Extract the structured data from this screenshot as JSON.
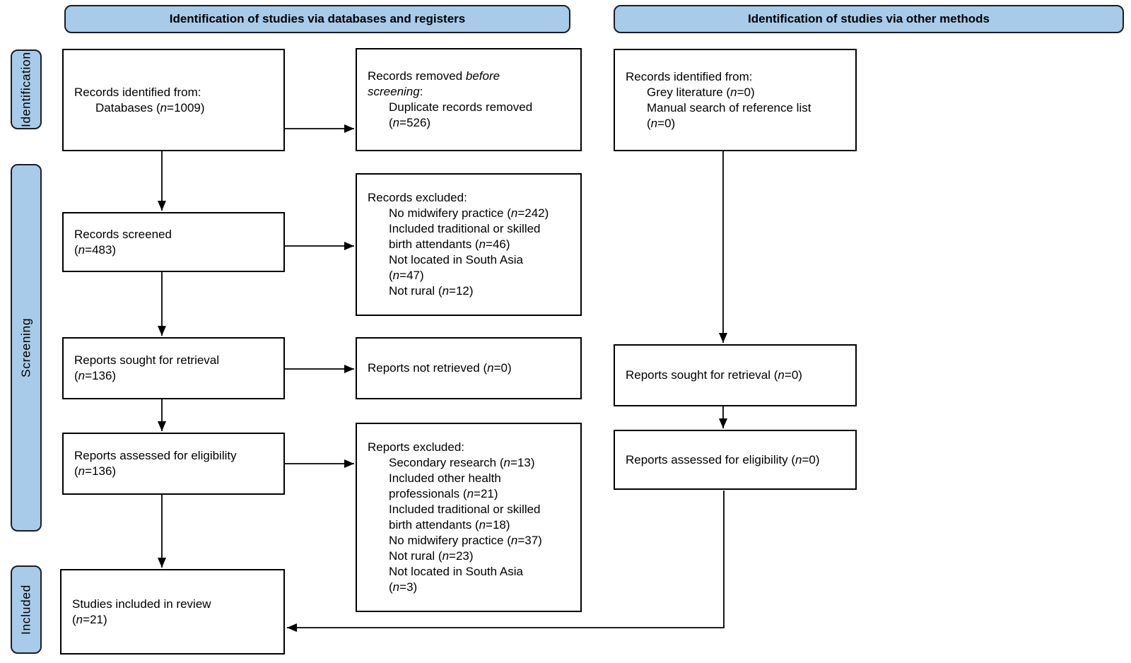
{
  "headers": {
    "databases": "Identification of studies via databases and registers",
    "other": "Identification of studies via other methods"
  },
  "stages": [
    {
      "id": "identification",
      "label": "Identification"
    },
    {
      "id": "screening",
      "label": "Screening"
    },
    {
      "id": "included",
      "label": "Included"
    }
  ],
  "colors": {
    "panel_fill": "#A8CBE9",
    "panel_border": "#1B1C27",
    "box_border": "#000000",
    "box_fill": "#FFFFFF",
    "arrow": "#000000",
    "text": "#000000"
  },
  "boxes": {
    "records-identified-databases": {
      "lines": [
        {
          "indent": 0,
          "seg": [
            {
              "t": "Records identified from:",
              "i": false
            }
          ]
        },
        {
          "indent": 1,
          "seg": [
            {
              "t": "Databases (",
              "i": false
            },
            {
              "t": "n",
              "i": true
            },
            {
              "t": "=1009)",
              "i": false
            }
          ]
        }
      ]
    },
    "records-removed-before-screening": {
      "lines": [
        {
          "indent": 0,
          "seg": [
            {
              "t": "Records removed ",
              "i": false
            },
            {
              "t": "before",
              "i": true
            }
          ]
        },
        {
          "indent": 0,
          "seg": [
            {
              "t": "screening",
              "i": true
            },
            {
              "t": ":",
              "i": false
            }
          ]
        },
        {
          "indent": 1,
          "seg": [
            {
              "t": "Duplicate records removed",
              "i": false
            }
          ]
        },
        {
          "indent": 1,
          "seg": [
            {
              "t": "(",
              "i": false
            },
            {
              "t": "n",
              "i": true
            },
            {
              "t": "=526)",
              "i": false
            }
          ]
        }
      ]
    },
    "records-identified-other": {
      "lines": [
        {
          "indent": 0,
          "seg": [
            {
              "t": "Records identified from:",
              "i": false
            }
          ]
        },
        {
          "indent": 1,
          "seg": [
            {
              "t": "Grey literature (",
              "i": false
            },
            {
              "t": "n",
              "i": true
            },
            {
              "t": "=0)",
              "i": false
            }
          ]
        },
        {
          "indent": 1,
          "seg": [
            {
              "t": "Manual search of reference list",
              "i": false
            }
          ]
        },
        {
          "indent": 1,
          "seg": [
            {
              "t": "(",
              "i": false
            },
            {
              "t": "n",
              "i": true
            },
            {
              "t": "=0)",
              "i": false
            }
          ]
        }
      ]
    },
    "records-screened": {
      "lines": [
        {
          "indent": 0,
          "seg": [
            {
              "t": "Records screened",
              "i": false
            }
          ]
        },
        {
          "indent": 0,
          "seg": [
            {
              "t": "(",
              "i": false
            },
            {
              "t": "n",
              "i": true
            },
            {
              "t": "=483)",
              "i": false
            }
          ]
        }
      ]
    },
    "records-excluded": {
      "lines": [
        {
          "indent": 0,
          "seg": [
            {
              "t": "Records excluded:",
              "i": false
            }
          ]
        },
        {
          "indent": 1,
          "seg": [
            {
              "t": "No midwifery practice (",
              "i": false
            },
            {
              "t": "n",
              "i": true
            },
            {
              "t": "=242)",
              "i": false
            }
          ]
        },
        {
          "indent": 1,
          "seg": [
            {
              "t": "Included traditional or skilled",
              "i": false
            }
          ]
        },
        {
          "indent": 1,
          "seg": [
            {
              "t": "birth attendants (",
              "i": false
            },
            {
              "t": "n",
              "i": true
            },
            {
              "t": "=46)",
              "i": false
            }
          ]
        },
        {
          "indent": 1,
          "seg": [
            {
              "t": "Not located in South Asia",
              "i": false
            }
          ]
        },
        {
          "indent": 1,
          "seg": [
            {
              "t": "(",
              "i": false
            },
            {
              "t": "n",
              "i": true
            },
            {
              "t": "=47)",
              "i": false
            }
          ]
        },
        {
          "indent": 1,
          "seg": [
            {
              "t": "Not rural (",
              "i": false
            },
            {
              "t": "n",
              "i": true
            },
            {
              "t": "=12)",
              "i": false
            }
          ]
        }
      ]
    },
    "reports-sought": {
      "lines": [
        {
          "indent": 0,
          "seg": [
            {
              "t": "Reports sought for retrieval",
              "i": false
            }
          ]
        },
        {
          "indent": 0,
          "seg": [
            {
              "t": "(",
              "i": false
            },
            {
              "t": "n",
              "i": true
            },
            {
              "t": "=136)",
              "i": false
            }
          ]
        }
      ]
    },
    "reports-not-retrieved": {
      "lines": [
        {
          "indent": 0,
          "seg": [
            {
              "t": "Reports not retrieved (",
              "i": false
            },
            {
              "t": "n",
              "i": true
            },
            {
              "t": "=0)",
              "i": false
            }
          ]
        }
      ]
    },
    "reports-sought-other": {
      "lines": [
        {
          "indent": 0,
          "seg": [
            {
              "t": "Reports sought for retrieval (",
              "i": false
            },
            {
              "t": "n",
              "i": true
            },
            {
              "t": "=0)",
              "i": false
            }
          ]
        }
      ]
    },
    "reports-assessed": {
      "lines": [
        {
          "indent": 0,
          "seg": [
            {
              "t": "Reports assessed for eligibility",
              "i": false
            }
          ]
        },
        {
          "indent": 0,
          "seg": [
            {
              "t": "(",
              "i": false
            },
            {
              "t": "n",
              "i": true
            },
            {
              "t": "=136)",
              "i": false
            }
          ]
        }
      ]
    },
    "reports-excluded": {
      "lines": [
        {
          "indent": 0,
          "seg": [
            {
              "t": "Reports excluded:",
              "i": false
            }
          ]
        },
        {
          "indent": 1,
          "seg": [
            {
              "t": "Secondary research (",
              "i": false
            },
            {
              "t": "n",
              "i": true
            },
            {
              "t": "=13)",
              "i": false
            }
          ]
        },
        {
          "indent": 1,
          "seg": [
            {
              "t": "Included other health",
              "i": false
            }
          ]
        },
        {
          "indent": 1,
          "seg": [
            {
              "t": "professionals (",
              "i": false
            },
            {
              "t": "n",
              "i": true
            },
            {
              "t": "=21)",
              "i": false
            }
          ]
        },
        {
          "indent": 1,
          "seg": [
            {
              "t": "Included traditional or skilled",
              "i": false
            }
          ]
        },
        {
          "indent": 1,
          "seg": [
            {
              "t": "birth attendants (",
              "i": false
            },
            {
              "t": "n",
              "i": true
            },
            {
              "t": "=18)",
              "i": false
            }
          ]
        },
        {
          "indent": 1,
          "seg": [
            {
              "t": "No midwifery practice (",
              "i": false
            },
            {
              "t": "n",
              "i": true
            },
            {
              "t": "=37)",
              "i": false
            }
          ]
        },
        {
          "indent": 1,
          "seg": [
            {
              "t": "Not rural (",
              "i": false
            },
            {
              "t": "n",
              "i": true
            },
            {
              "t": "=23)",
              "i": false
            }
          ]
        },
        {
          "indent": 1,
          "seg": [
            {
              "t": "Not located in South Asia",
              "i": false
            }
          ]
        },
        {
          "indent": 1,
          "seg": [
            {
              "t": "(",
              "i": false
            },
            {
              "t": "n",
              "i": true
            },
            {
              "t": "=3)",
              "i": false
            }
          ]
        }
      ]
    },
    "reports-assessed-other": {
      "lines": [
        {
          "indent": 0,
          "seg": [
            {
              "t": "Reports assessed for eligibility (",
              "i": false
            },
            {
              "t": "n",
              "i": true
            },
            {
              "t": "=0)",
              "i": false
            }
          ]
        }
      ]
    },
    "studies-included": {
      "lines": [
        {
          "indent": 0,
          "seg": [
            {
              "t": "Studies included in review",
              "i": false
            }
          ]
        },
        {
          "indent": 0,
          "seg": [
            {
              "t": "(",
              "i": false
            },
            {
              "t": "n",
              "i": true
            },
            {
              "t": "=21)",
              "i": false
            }
          ]
        }
      ]
    }
  }
}
